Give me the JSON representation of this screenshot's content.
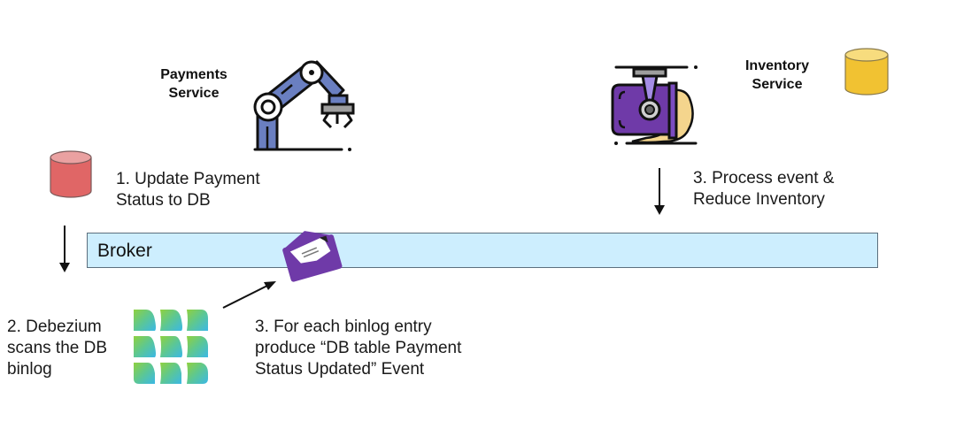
{
  "diagram": {
    "payments_service": {
      "title_line1": "Payments",
      "title_line2": "Service",
      "icon": "robot-arm-icon"
    },
    "inventory_service": {
      "title_line1": "Inventory",
      "title_line2": "Service",
      "icon": "machine-press-icon"
    },
    "payments_db": {
      "icon": "database-icon",
      "color": "#e06666"
    },
    "inventory_db": {
      "icon": "database-icon",
      "color": "#f1c232"
    },
    "broker": {
      "label": "Broker",
      "fill": "#cdeefe"
    },
    "event_icon": {
      "icon": "envelope-icon",
      "color": "#6f3aa8"
    },
    "debezium": {
      "icon": "debezium-logo-icon"
    },
    "steps": {
      "step1": {
        "line1": "1. Update Payment",
        "line2": "Status to DB"
      },
      "step2": {
        "line1": "2. Debezium",
        "line2": "scans the DB",
        "line3": "binlog"
      },
      "step3_produce": {
        "line1": "3. For each binlog entry",
        "line2": "produce “DB table Payment",
        "line3": "Status Updated” Event"
      },
      "step3_consume": {
        "line1": "3. Process event &",
        "line2": "Reduce Inventory"
      }
    }
  }
}
